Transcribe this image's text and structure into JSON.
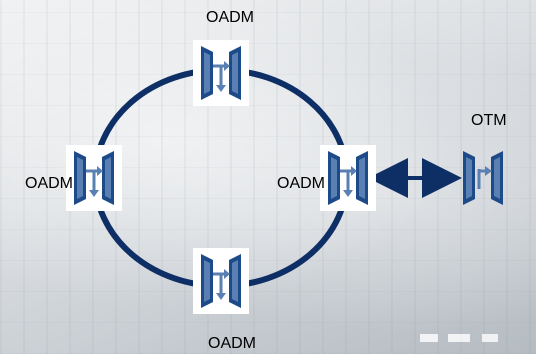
{
  "background": {
    "style": "photo-collage",
    "tone": "#c9ced3"
  },
  "colors": {
    "ring": "#0d2f66",
    "device": "#1d4a88",
    "device_light": "#5a7fb3"
  },
  "nodes": {
    "top": {
      "label": "OADM",
      "icon": "oadm-device-icon"
    },
    "left": {
      "label": "OADM",
      "icon": "oadm-device-icon"
    },
    "right": {
      "label": "OADM",
      "icon": "oadm-device-icon"
    },
    "bottom": {
      "label": "OADM",
      "icon": "oadm-device-icon"
    },
    "terminal": {
      "label": "OTM",
      "icon": "otm-device-icon"
    }
  },
  "links": [
    {
      "from": "right",
      "to": "terminal",
      "type": "bidirectional-arrow"
    }
  ]
}
